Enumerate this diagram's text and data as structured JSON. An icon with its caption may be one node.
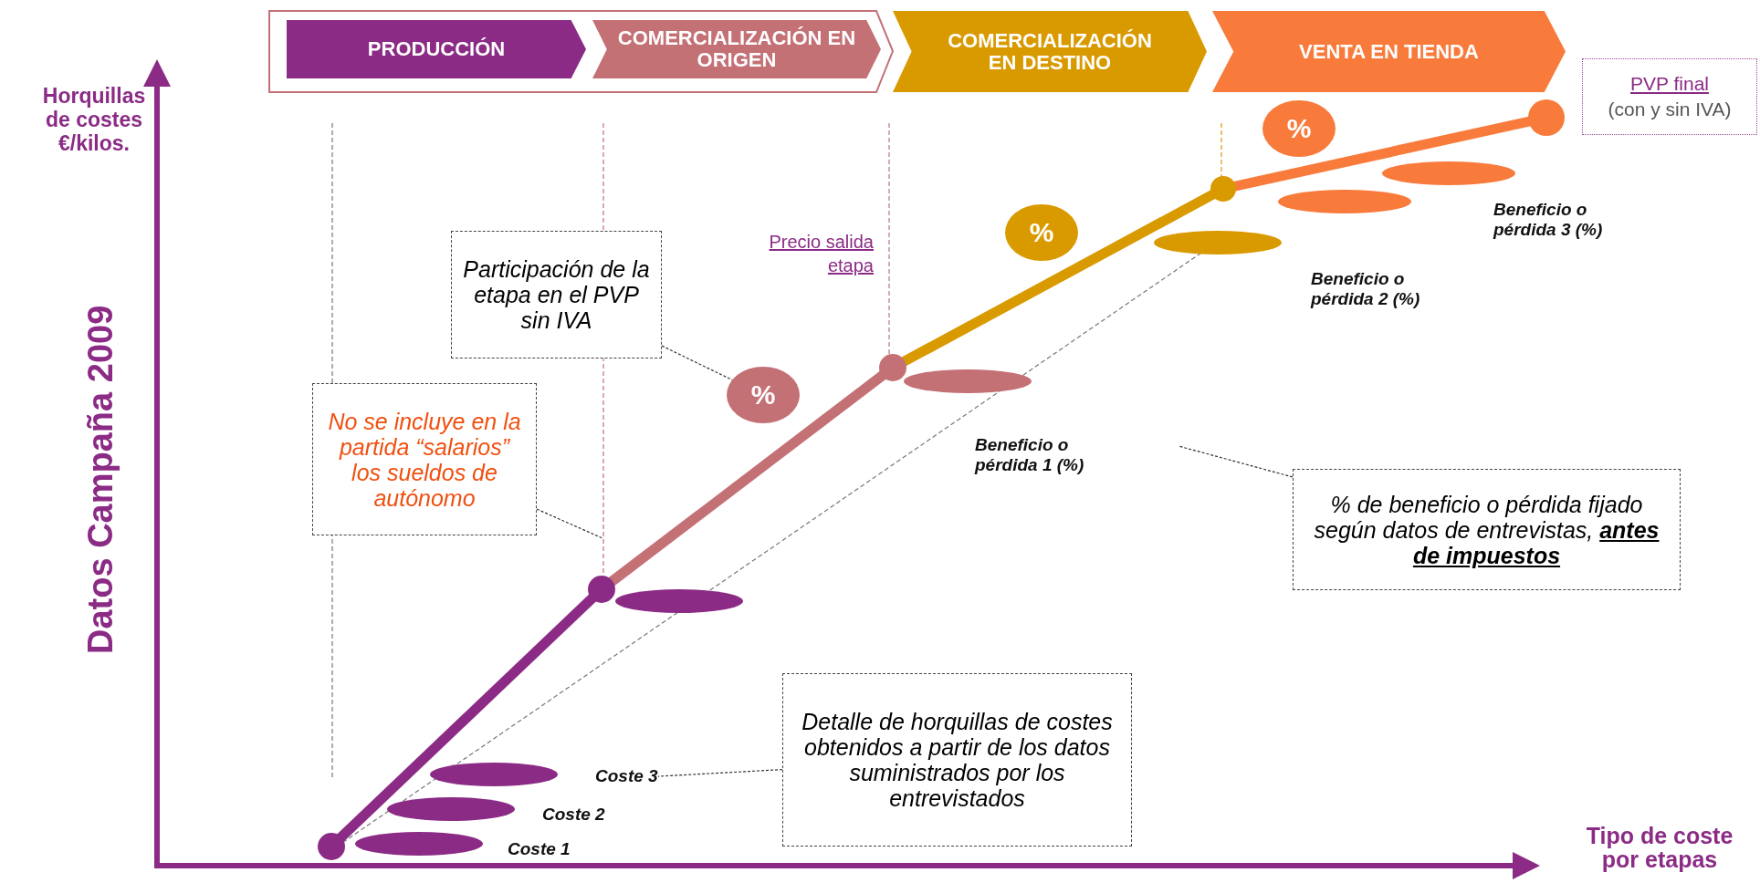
{
  "diagram": {
    "nodes": [
      {
        "text": [
          "PRODUCCIÓN"
        ]
      },
      {
        "text": [
          "COMERCIALIZACIÓN EN ORIGEN"
        ]
      },
      {
        "text": [
          "COMERCIALIZACIÓN EN DESTINO"
        ]
      },
      {
        "text": [
          "VENTA EN TIENDA"
        ]
      },
      {
        "text": [
          "PVP final",
          "(con y sin IVA)"
        ]
      },
      {
        "text": [
          "Participación de la etapa en el PVP sin IVA"
        ]
      },
      {
        "text": [
          "%"
        ]
      },
      {
        "text": [
          "No se incluye en la partida “salarios” los sueldos de autónomo"
        ]
      },
      {
        "text": [
          "%"
        ]
      },
      {
        "text": [
          "%"
        ]
      },
      {
        "text": [
          "% de beneficio o pérdida fijado según datos de entrevistas, **antes de impuestos**"
        ]
      },
      {
        "text": [
          "Detalle de horquillas de costes obtenidos a partir de los datos suministrados por los entrevistados"
        ]
      },
      {
        "text": [
          "Coste 3"
        ]
      }
    ],
    "edges": [
      {
        "from": 5,
        "to": 6,
        "arrow": "none"
      },
      {
        "from": 7,
        "to": null,
        "arrow": "none"
      },
      {
        "from": 10,
        "to": null,
        "arrow": "none"
      },
      {
        "from": 11,
        "to": 12,
        "arrow": "none"
      }
    ],
    "labels": [
      "Horquillas de costes €/kilos.",
      "Datos Campaña 2009",
      "Precio salida etapa",
      "Beneficio o pérdida 3 (%)",
      "Beneficio o pérdida 2 (%)",
      "Beneficio o pérdida 1 (%)",
      "Coste 2",
      "Coste 1",
      "Tipo de coste por etapas"
    ]
  }
}
